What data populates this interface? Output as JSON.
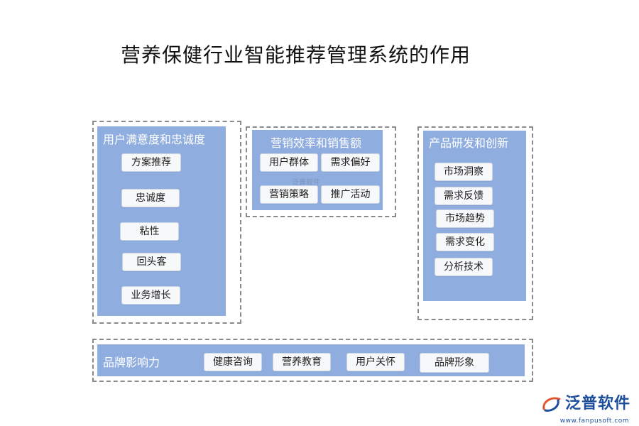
{
  "title": "营养保健行业智能推荐管理系统的作用",
  "sections": {
    "loyalty": {
      "title": "用户满意度和忠诚度",
      "items": [
        "方案推荐",
        "忠诚度",
        "粘性",
        "回头客",
        "业务增长"
      ]
    },
    "marketing": {
      "title": "营销效率和销售额",
      "items": [
        "用户群体",
        "需求偏好",
        "营销策略",
        "推广活动"
      ]
    },
    "product": {
      "title": "产品研发和创新",
      "items": [
        "市场洞察",
        "需求反馈",
        "市场趋势",
        "需求变化",
        "分析技术"
      ]
    },
    "brand": {
      "title": "品牌影响力",
      "items": [
        "健康咨询",
        "营养教育",
        "用户关怀",
        "品牌形象"
      ]
    }
  },
  "watermark": "泛普软件",
  "logo": {
    "name": "泛普软件",
    "url": "www.fanpusoft.com"
  },
  "colors": {
    "panel": "#8fadde",
    "dash": "#8a8a8a",
    "logo": "#1d4e9c"
  }
}
